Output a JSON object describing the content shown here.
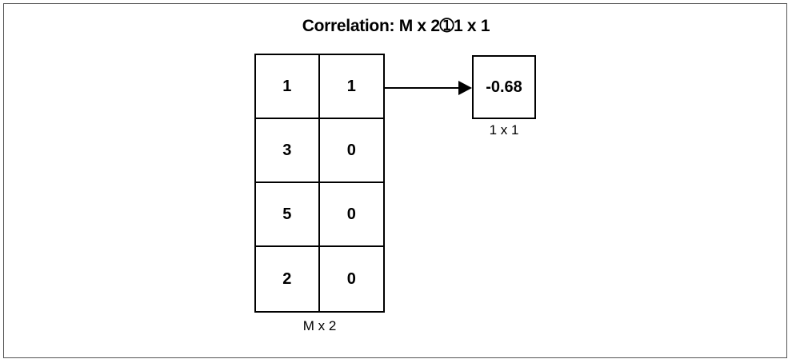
{
  "title": "Correlation: M x 2➀1 x 1",
  "input_matrix": {
    "label": "M x 2",
    "rows": [
      [
        "1",
        "1"
      ],
      [
        "3",
        "0"
      ],
      [
        "5",
        "0"
      ],
      [
        "2",
        "0"
      ]
    ]
  },
  "output_matrix": {
    "label": "1 x 1",
    "value": "-0.68"
  }
}
